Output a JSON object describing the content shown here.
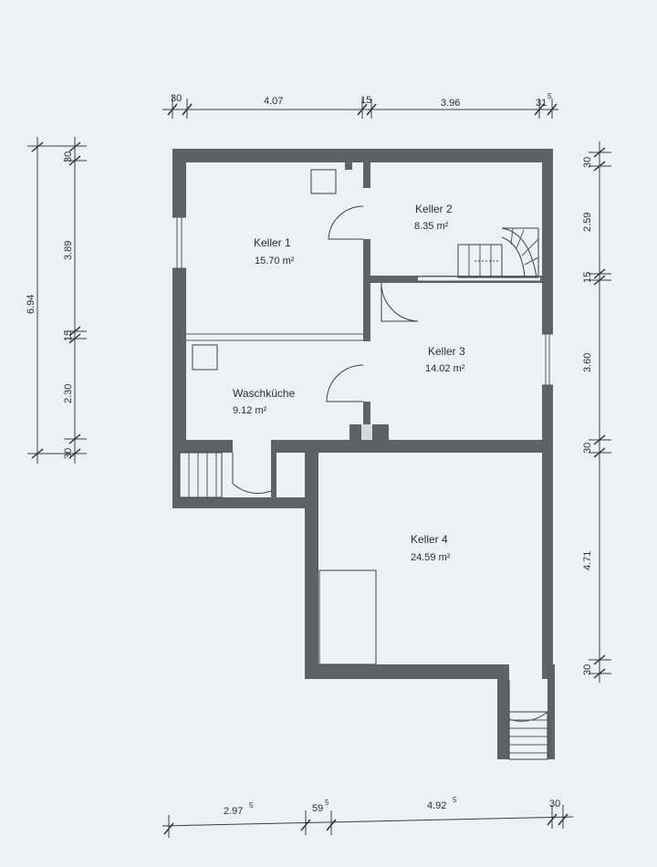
{
  "rooms": {
    "keller1": {
      "name": "Keller 1",
      "area": "15.70 m²"
    },
    "keller2": {
      "name": "Keller 2",
      "area": "8.35 m²"
    },
    "keller3": {
      "name": "Keller 3",
      "area": "14.02 m²"
    },
    "waschkueche": {
      "name": "Waschküche",
      "area": "9.12 m²"
    },
    "keller4": {
      "name": "Keller 4",
      "area": "24.59 m²"
    }
  },
  "dimensions": {
    "top": {
      "d1": "30",
      "d2": "4.07",
      "d3": "15",
      "d4": "3.96",
      "d5": "31",
      "d5_sup": "5"
    },
    "bottom": {
      "d1": "2.97",
      "d1_sup": "5",
      "d2": "59",
      "d2_sup": "5",
      "d3": "4.92",
      "d3_sup": "5",
      "d4": "30"
    },
    "left": {
      "total": "6.94",
      "d1": "30",
      "d2": "3.89",
      "d3": "15",
      "d4": "2.30",
      "d5": "30"
    },
    "right": {
      "d1": "30",
      "d2": "2.59",
      "d3": "15",
      "d4": "3.60",
      "d5": "30",
      "d6": "4.71",
      "d7": "30"
    }
  }
}
